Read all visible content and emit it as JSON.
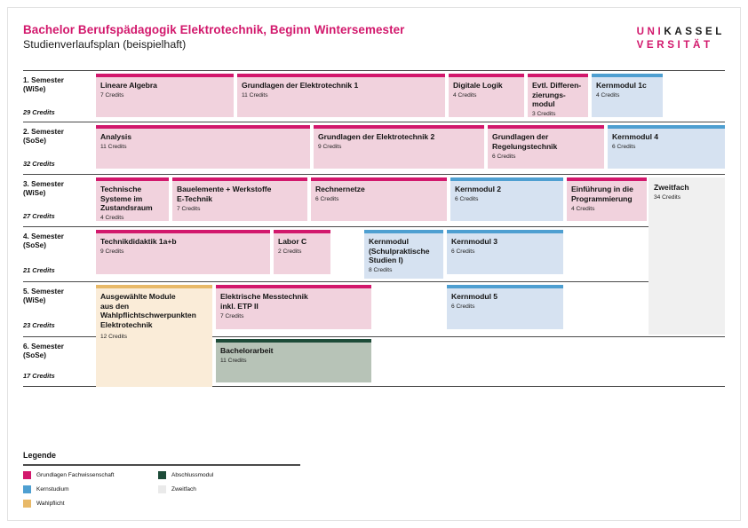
{
  "header": {
    "title": "Bachelor Berufspädagogik Elektrotechnik, Beginn Wintersemester",
    "subtitle": "Studienverlaufsplan (beispielhaft)",
    "logo_line1_pink": "UNI",
    "logo_line1_dark": "KASSEL",
    "logo_line2": "VERSITÄT"
  },
  "semesters": [
    {
      "label": "1. Semester\n(WiSe)",
      "label_line1": "1. Semester",
      "label_line2": "(WiSe)",
      "credits": "29 Credits",
      "modules": [
        {
          "name": "Lineare Algebra",
          "credits": "7 Credits",
          "color": "pink"
        },
        {
          "name": "Grundlagen der Elektrotechnik 1",
          "credits": "11 Credits",
          "color": "pink"
        },
        {
          "name": "Digitale Logik",
          "credits": "4 Credits",
          "color": "pink"
        },
        {
          "name": "Evtl. Differen-\nzierungs-\nmodul",
          "credits": "3 Credits",
          "color": "pink"
        },
        {
          "name": "Kernmodul 1c",
          "credits": "4 Credits",
          "color": "blue"
        }
      ]
    },
    {
      "label_line1": "2. Semester",
      "label_line2": "(SoSe)",
      "credits": "32 Credits",
      "modules": [
        {
          "name": "Analysis",
          "credits": "11 Credits",
          "color": "pink"
        },
        {
          "name": "Grundlagen der Elektrotechnik 2",
          "credits": "9 Credits",
          "color": "pink"
        },
        {
          "name": "Grundlagen der\nRegelungstechnik",
          "credits": "6 Credits",
          "color": "pink"
        },
        {
          "name": "Kernmodul 4",
          "credits": "6 Credits",
          "color": "blue"
        }
      ]
    },
    {
      "label_line1": "3. Semester",
      "label_line2": "(WiSe)",
      "credits": "27 Credits",
      "modules": [
        {
          "name": "Technische\nSysteme im\nZustandsraum",
          "credits": "4 Credits",
          "color": "pink"
        },
        {
          "name": "Bauelemente + Werkstoffe\nE-Technik",
          "credits": "7 Credits",
          "color": "pink"
        },
        {
          "name": "Rechnernetze",
          "credits": "6 Credits",
          "color": "pink"
        },
        {
          "name": "Kernmodul 2",
          "credits": "6 Credits",
          "color": "blue"
        },
        {
          "name": "Einführung in die\nProgrammierung",
          "credits": "4 Credits",
          "color": "pink"
        }
      ]
    },
    {
      "label_line1": "4. Semester",
      "label_line2": "(SoSe)",
      "credits": "21 Credits",
      "modules": [
        {
          "name": "Technikdidaktik 1a+b",
          "credits": "9 Credits",
          "color": "pink"
        },
        {
          "name": "Labor C",
          "credits": "2 Credits",
          "color": "pink"
        },
        {
          "name": "Kernmodul\n(Schulpraktische\nStudien I)",
          "credits": "8 Credits",
          "color": "blue"
        },
        {
          "name": "Kernmodul 3",
          "credits": "6 Credits",
          "color": "blue"
        }
      ]
    },
    {
      "label_line1": "5. Semester",
      "label_line2": "(WiSe)",
      "credits": "23 Credits",
      "modules": [
        {
          "name": "Ausgewählte Module\naus den\nWahlpflichtschwerpunkten\nElektrotechnik",
          "credits": "12 Credits",
          "color": "tan"
        },
        {
          "name": "Elektrische Messtechnik\ninkl. ETP II",
          "credits": "7 Credits",
          "color": "pink"
        },
        {
          "name": "Kernmodul 5",
          "credits": "6 Credits",
          "color": "blue"
        }
      ]
    },
    {
      "label_line1": "6. Semester",
      "label_line2": "(SoSe)",
      "credits": "17 Credits",
      "modules": [
        {
          "name": "Bachelorarbeit",
          "credits": "11 Credits",
          "color": "green"
        }
      ]
    }
  ],
  "zweitfach": {
    "name": "Zweitfach",
    "credits": "34 Credits"
  },
  "legend": {
    "title": "Legende",
    "items": [
      {
        "label": "Grundlagen Fachwissenschaft",
        "color": "pink"
      },
      {
        "label": "Kernstudium",
        "color": "blue"
      },
      {
        "label": "Wahlpflicht",
        "color": "tan"
      },
      {
        "label": "Abschlussmodul",
        "color": "green"
      },
      {
        "label": "Zweitfach",
        "color": "gray"
      }
    ]
  },
  "colors": {
    "magenta": "#d2186c",
    "magenta_fill": "#f1d2dd",
    "blue": "#4e9fd1",
    "blue_fill": "#d6e2f1",
    "tan": "#e8b968",
    "tan_fill": "#faecd8",
    "green": "#1d4b38",
    "green_fill": "#b7c3b7",
    "gray_fill": "#f0f0f0"
  }
}
